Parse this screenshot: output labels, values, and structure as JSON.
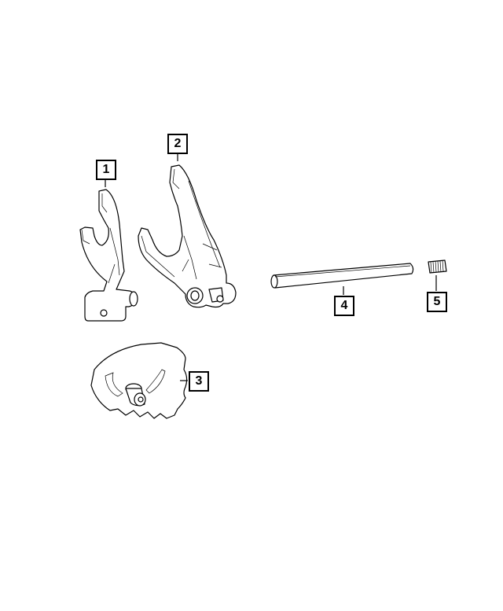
{
  "callouts": [
    {
      "label": "1",
      "part": "shift-fork-small"
    },
    {
      "label": "2",
      "part": "shift-fork-large"
    },
    {
      "label": "3",
      "part": "shift-sector-plate"
    },
    {
      "label": "4",
      "part": "shift-rail"
    },
    {
      "label": "5",
      "part": "spring"
    }
  ],
  "colors": {
    "line": "#000000",
    "background": "#ffffff"
  }
}
